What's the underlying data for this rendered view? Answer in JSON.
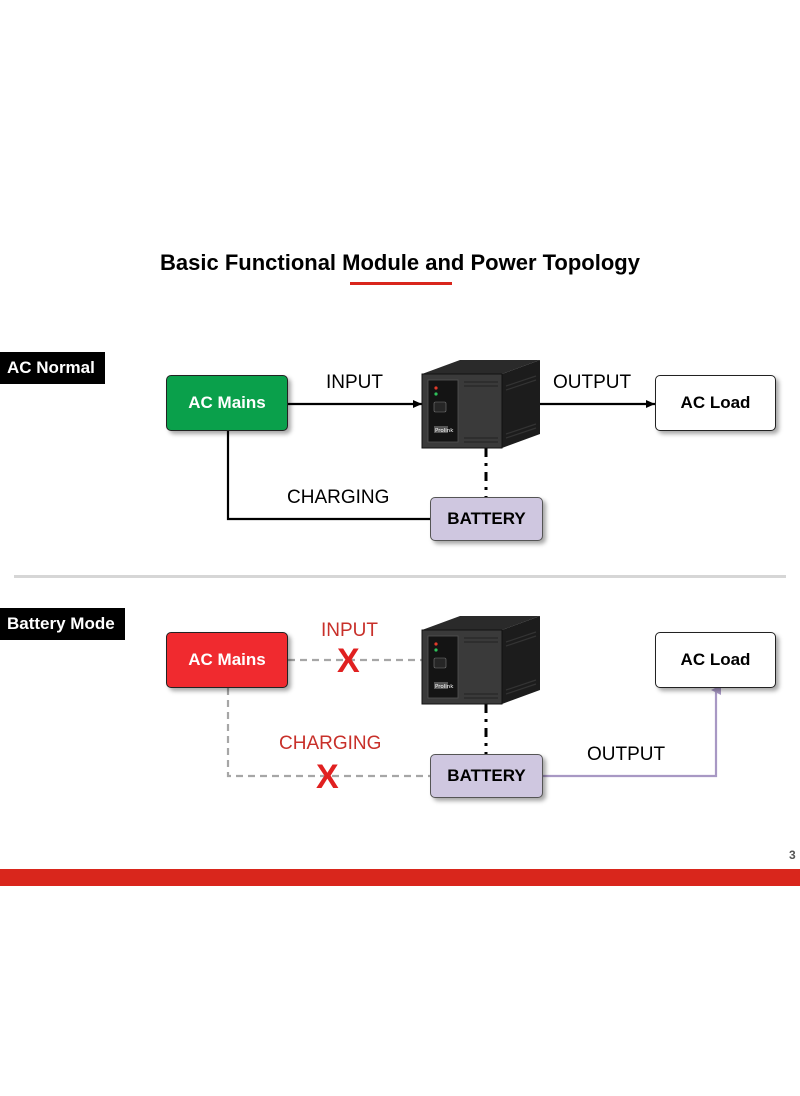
{
  "title": "Basic Functional Module and Power Topology",
  "colors": {
    "accent_red": "#d9261c",
    "ac_mains_normal": "#0aa04b",
    "ac_mains_fault": "#f02a2f",
    "battery": "#cfc7e0",
    "battery_output_line": "#a898c4",
    "dashed_line": "#a6a6a6"
  },
  "sections": {
    "ac_normal": {
      "tag": "AC Normal",
      "source": "AC Mains",
      "load": "AC Load",
      "battery": "BATTERY",
      "input_label": "INPUT",
      "output_label": "OUTPUT",
      "charging_label": "CHARGING"
    },
    "battery_mode": {
      "tag": "Battery Mode",
      "source": "AC Mains",
      "load": "AC Load",
      "battery": "BATTERY",
      "input_label": "INPUT",
      "output_label": "OUTPUT",
      "charging_label": "CHARGING",
      "blocked_mark": "X"
    }
  },
  "ups_icon": "ups-device-icon",
  "ups_logo": "Prolink",
  "page_number": "3"
}
